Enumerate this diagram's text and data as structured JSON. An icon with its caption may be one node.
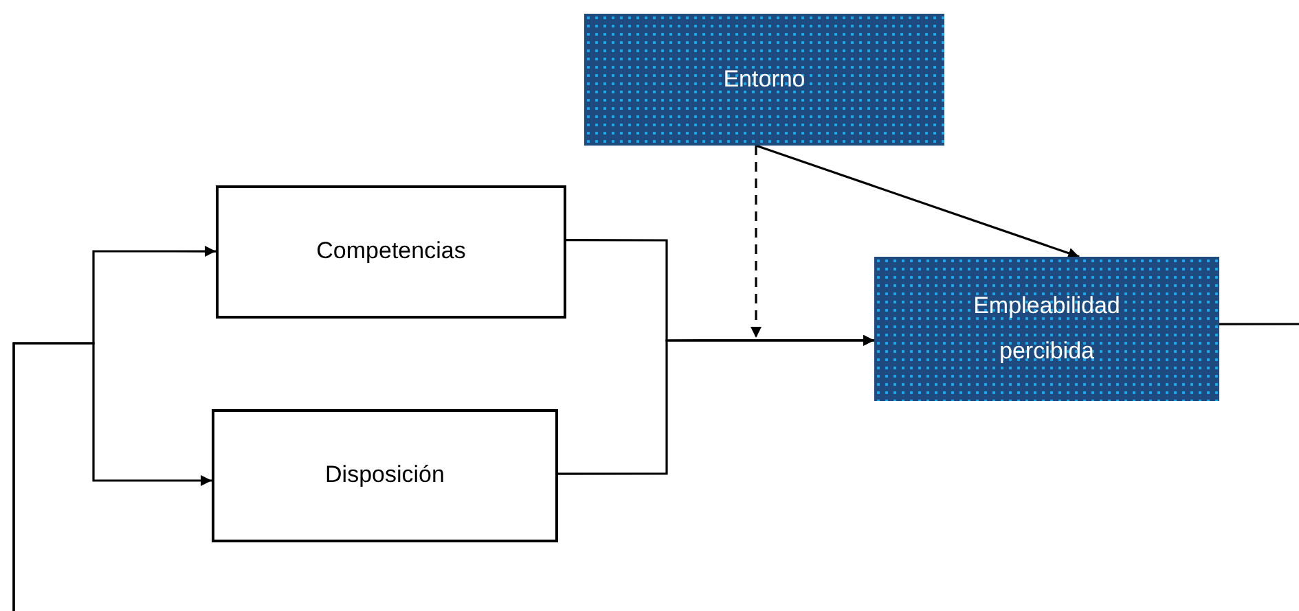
{
  "diagram": {
    "nodes": [
      {
        "text": [
          "Entorno"
        ]
      },
      {
        "text": [
          "Competencias"
        ]
      },
      {
        "text": [
          "Disposición"
        ]
      },
      {
        "text": [
          "Empleabilidad percibida"
        ]
      }
    ],
    "edges": [
      {
        "from": null,
        "to": 1,
        "arrow": "to"
      },
      {
        "from": null,
        "to": 2,
        "arrow": "to"
      },
      {
        "from": 1,
        "to": 3,
        "arrow": "to"
      },
      {
        "from": 2,
        "to": 3,
        "arrow": "to"
      },
      {
        "from": 0,
        "to": 3,
        "arrow": "to"
      },
      {
        "from": 0,
        "to": null,
        "arrow": "to",
        "style": "dashed"
      },
      {
        "from": 3,
        "to": null,
        "arrow": "none"
      }
    ]
  }
}
